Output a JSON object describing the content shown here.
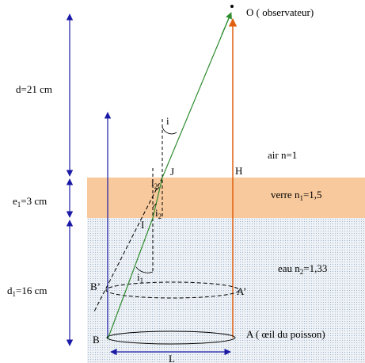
{
  "labels": {
    "observer_prefix": "O ( observateur)",
    "d_distance": "d=21 cm",
    "e1_prefix": "e",
    "e1_sub": "1",
    "e1_suffix": "=3 cm",
    "d1_prefix": "d",
    "d1_sub": "1",
    "d1_suffix": "=16 cm",
    "air": "air n=1",
    "glass_prefix": "verre n",
    "glass_sub": "1",
    "glass_suffix": "=1,5",
    "water_prefix": "eau n",
    "water_sub": "2",
    "water_suffix": "=1,33",
    "point_J": "J",
    "point_H": "H",
    "point_I": "I",
    "point_B": "B",
    "point_B_prime": "B’",
    "point_A_prime": "A’",
    "point_A": "A ( œil du poisson)",
    "angle_i": "i",
    "angle_i1_base": "i",
    "angle_i1_sub": "1",
    "angle_i2_base": "i",
    "angle_i2_sub": "2",
    "angle_i2_top_base": "i",
    "angle_i2_top_sub": "2",
    "length_L": "L"
  },
  "colors": {
    "glass_layer": "#f7c99c",
    "water_layer": "#dde6ee",
    "ray": "#2e8b2e",
    "normal_line": "#e06010",
    "dimension_arrow": "#1a1aa6",
    "outline": "#000000"
  }
}
